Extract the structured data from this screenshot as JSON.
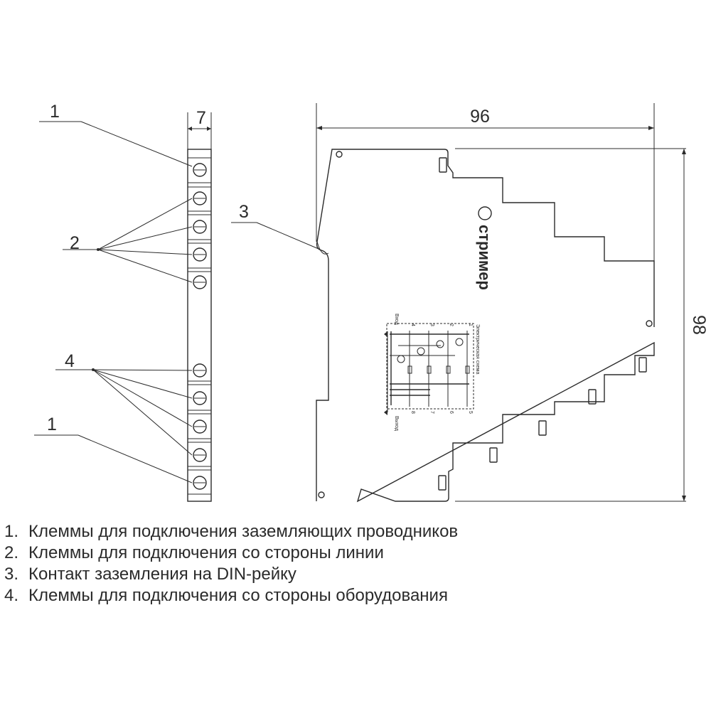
{
  "callouts": {
    "top_left_1": "1",
    "label_2": "2",
    "label_3": "3",
    "label_4": "4",
    "bottom_left_1": "1"
  },
  "dimensions": {
    "terminal_width": "7",
    "device_width": "96",
    "device_height": "98"
  },
  "device": {
    "brand": "стример",
    "schematic_title": "Электрическая схема",
    "input_label": "Вход",
    "output_label": "Выход",
    "terminal_numbers_top": [
      "1",
      "2",
      "3",
      "4"
    ],
    "terminal_numbers_bottom": [
      "5",
      "6",
      "7",
      "8"
    ]
  },
  "legend": [
    {
      "num": "1.",
      "text": "Клеммы для подключения заземляющих проводников"
    },
    {
      "num": "2.",
      "text": "Клеммы для подключения со стороны линии"
    },
    {
      "num": "3.",
      "text": "Контакт заземления на DIN-рейку"
    },
    {
      "num": "4.",
      "text": "Клеммы для подключения со стороны оборудования"
    }
  ]
}
